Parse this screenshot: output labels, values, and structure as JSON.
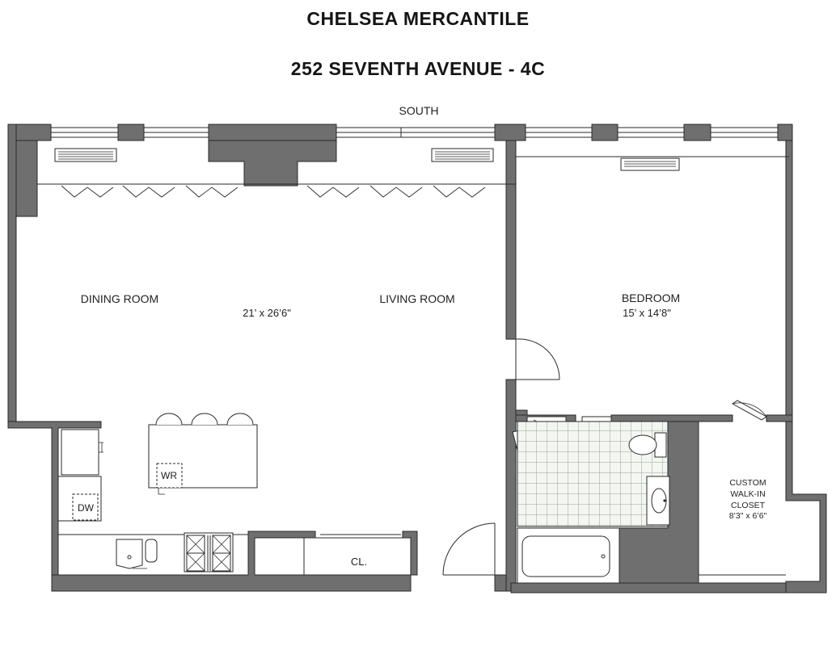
{
  "header": {
    "building": "CHELSEA MERCANTILE",
    "address": "252 SEVENTH AVENUE - 4C"
  },
  "plan": {
    "orientation": "SOUTH",
    "rooms": {
      "dining": "DINING ROOM",
      "living": "LIVING ROOM",
      "living_dims": "21’ x 26’6\"",
      "bedroom": "BEDROOM",
      "bedroom_dims": "15’ x 14’8\"",
      "closet_line1": "CUSTOM",
      "closet_line2": "WALK-IN",
      "closet_line3": "CLOSET",
      "closet_dims": "8’3\" x 6’6\""
    },
    "fixtures": {
      "washer": "WR",
      "dishwasher": "DW",
      "coat_closet": "CL."
    }
  },
  "colors": {
    "wall": "#6f6f6f",
    "wall_stroke": "#2a2a2a",
    "tile_line": "#9aa39a",
    "tile_fill": "#f4f6f2"
  }
}
